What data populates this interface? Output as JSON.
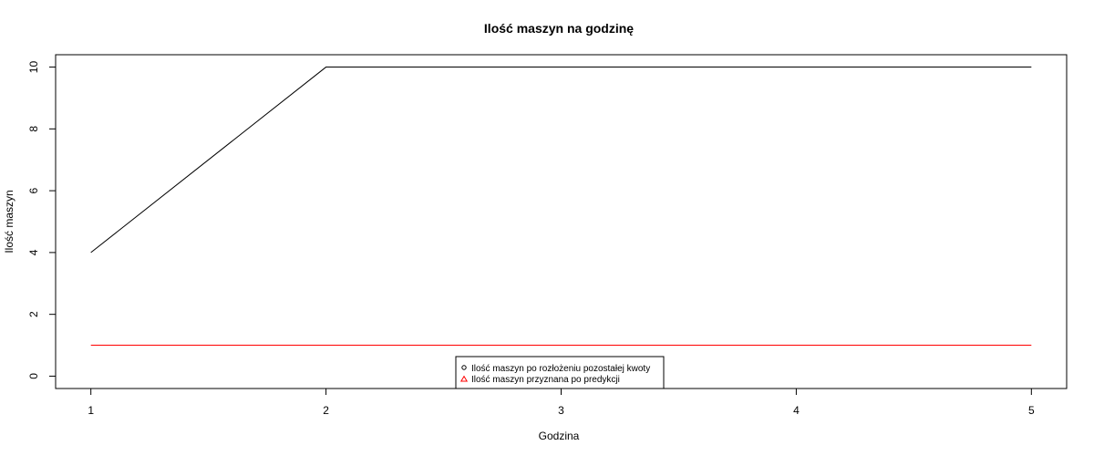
{
  "chart_data": {
    "type": "line",
    "title": "Ilość maszyn na godzinę",
    "xlabel": "Godzina",
    "ylabel": "Ilość maszyn",
    "x": [
      1,
      2,
      3,
      4,
      5
    ],
    "xlim": [
      0.85,
      5.15
    ],
    "ylim": [
      -0.4,
      10.4
    ],
    "x_ticks": [
      1,
      2,
      3,
      4,
      5
    ],
    "y_ticks": [
      0,
      2,
      4,
      6,
      8,
      10
    ],
    "grid": false,
    "legend_position": "bottom-center",
    "series": [
      {
        "name": "Ilość maszyn po rozłożeniu pozostałej kwoty",
        "values": [
          4,
          10,
          10,
          10,
          10
        ],
        "color": "#000000",
        "legend_symbol": "circle"
      },
      {
        "name": "Ilość maszyn przyznana po predykcji",
        "values": [
          1,
          1,
          1,
          1,
          1
        ],
        "color": "#ff0000",
        "legend_symbol": "triangle"
      }
    ]
  }
}
